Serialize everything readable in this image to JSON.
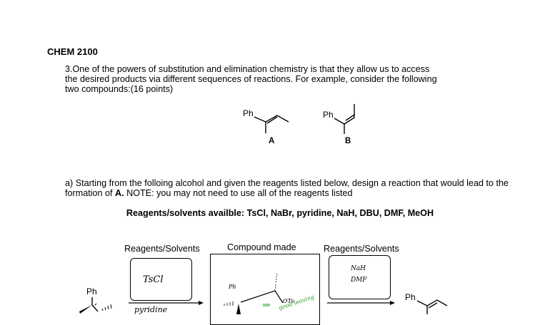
{
  "course": "CHEM 2100",
  "question": {
    "line1": "3.One of the powers of substitution and elimination chemistry is that they allow us to access",
    "line2": "the desired products via different sequences of reactions. For example, consider the following",
    "line3": "two compounds:(16 points)"
  },
  "compounds": {
    "a": {
      "substituent": "Ph",
      "label": "A"
    },
    "b": {
      "substituent": "Ph",
      "label": "B"
    }
  },
  "part_a": {
    "line1": "a) Starting from the folloing alcohol and given the reagents listed below, design a reaction that would lead to the",
    "line2_prefix": "formation of ",
    "line2_bold": "A.",
    "line2_suffix": " NOTE: you may not need to use all of the reagents listed"
  },
  "reagents_available": "Reagents/solvents availble: TsCl, NaBr, pyridine, NaH, DBU, DMF, MeOH",
  "scheme": {
    "header_left": "Reagents/Solvents",
    "header_middle": "Compound made",
    "header_right": "Reagents/Solvents",
    "start_substituent": "Ph",
    "box1_handwriting": "TsCl",
    "box1_below": "pyridine",
    "middle_handwriting_ph": "Ph",
    "middle_handwriting_ots": "OTs",
    "middle_handwriting_leaving": "good leaving",
    "box2_line1": "NaH",
    "box2_line2": "DMF",
    "product_substituent": "Ph"
  }
}
